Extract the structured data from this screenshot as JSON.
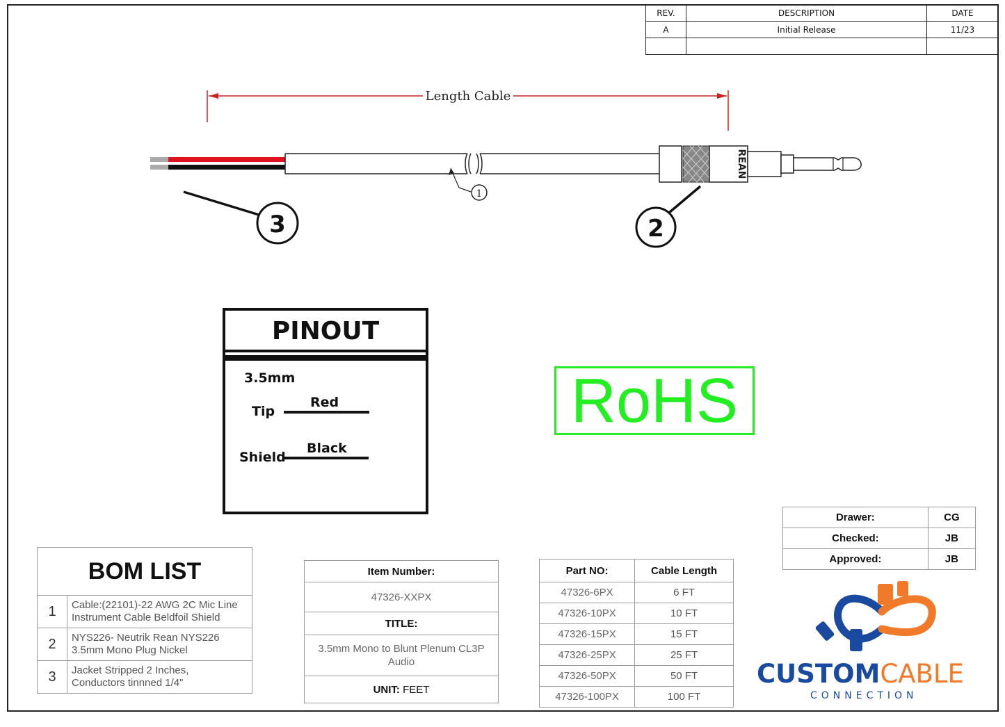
{
  "revision_table": {
    "headers": [
      "REV.",
      "DESCRIPTION",
      "DATE"
    ],
    "rows": [
      [
        "A",
        "Initial Release",
        "11/23"
      ],
      [
        "",
        "",
        ""
      ]
    ]
  },
  "drawing": {
    "dimension_label": "Length Cable",
    "callouts": [
      "1",
      "2",
      "3"
    ],
    "plug_marking": "REAN"
  },
  "pinout": {
    "title": "PINOUT",
    "connector": "3.5mm",
    "pins": [
      {
        "name": "Tip",
        "color": "Red"
      },
      {
        "name": "Shield",
        "color": "Black"
      }
    ]
  },
  "rohs": {
    "label": "RoHS",
    "color": "#22ee22"
  },
  "bom": {
    "title": "BOM LIST",
    "items": [
      {
        "index": "1",
        "line1": "Cable:(22101)-22 AWG 2C Mic Line",
        "line2": "Instrument Cable Beldfoil Shield"
      },
      {
        "index": "2",
        "line1": "NYS226- Neutrik Rean NYS226",
        "line2": "3.5mm Mono Plug Nickel"
      },
      {
        "index": "3",
        "line1": "Jacket Stripped 2 Inches,",
        "line2": "Conductors tinnned 1/4\""
      }
    ]
  },
  "item_block": {
    "item_number_label": "Item Number:",
    "item_number": "47326-XXPX",
    "title_label": "TITLE:",
    "title_line1": "3.5mm Mono to Blunt Plenum CL3P",
    "title_line2": "Audio",
    "unit_label": "UNIT:",
    "unit_value": " FEET"
  },
  "parts_table": {
    "headers": [
      "Part NO:",
      "Cable Length"
    ],
    "rows": [
      [
        "47326-6PX",
        "6 FT"
      ],
      [
        "47326-10PX",
        "10 FT"
      ],
      [
        "47326-15PX",
        "15 FT"
      ],
      [
        "47326-25PX",
        "25 FT"
      ],
      [
        "47326-50PX",
        "50 FT"
      ],
      [
        "47326-100PX",
        "100 FT"
      ]
    ]
  },
  "approvals": [
    {
      "label": "Drawer:",
      "value": "CG"
    },
    {
      "label": "Checked:",
      "value": "JB"
    },
    {
      "label": "Approved:",
      "value": "JB"
    }
  ],
  "logo": {
    "word1": "CUSTOM",
    "word2": "CABLE",
    "sub": "CONNECTION",
    "color_blue": "#1a4aa0",
    "color_orange": "#f07a2a"
  }
}
